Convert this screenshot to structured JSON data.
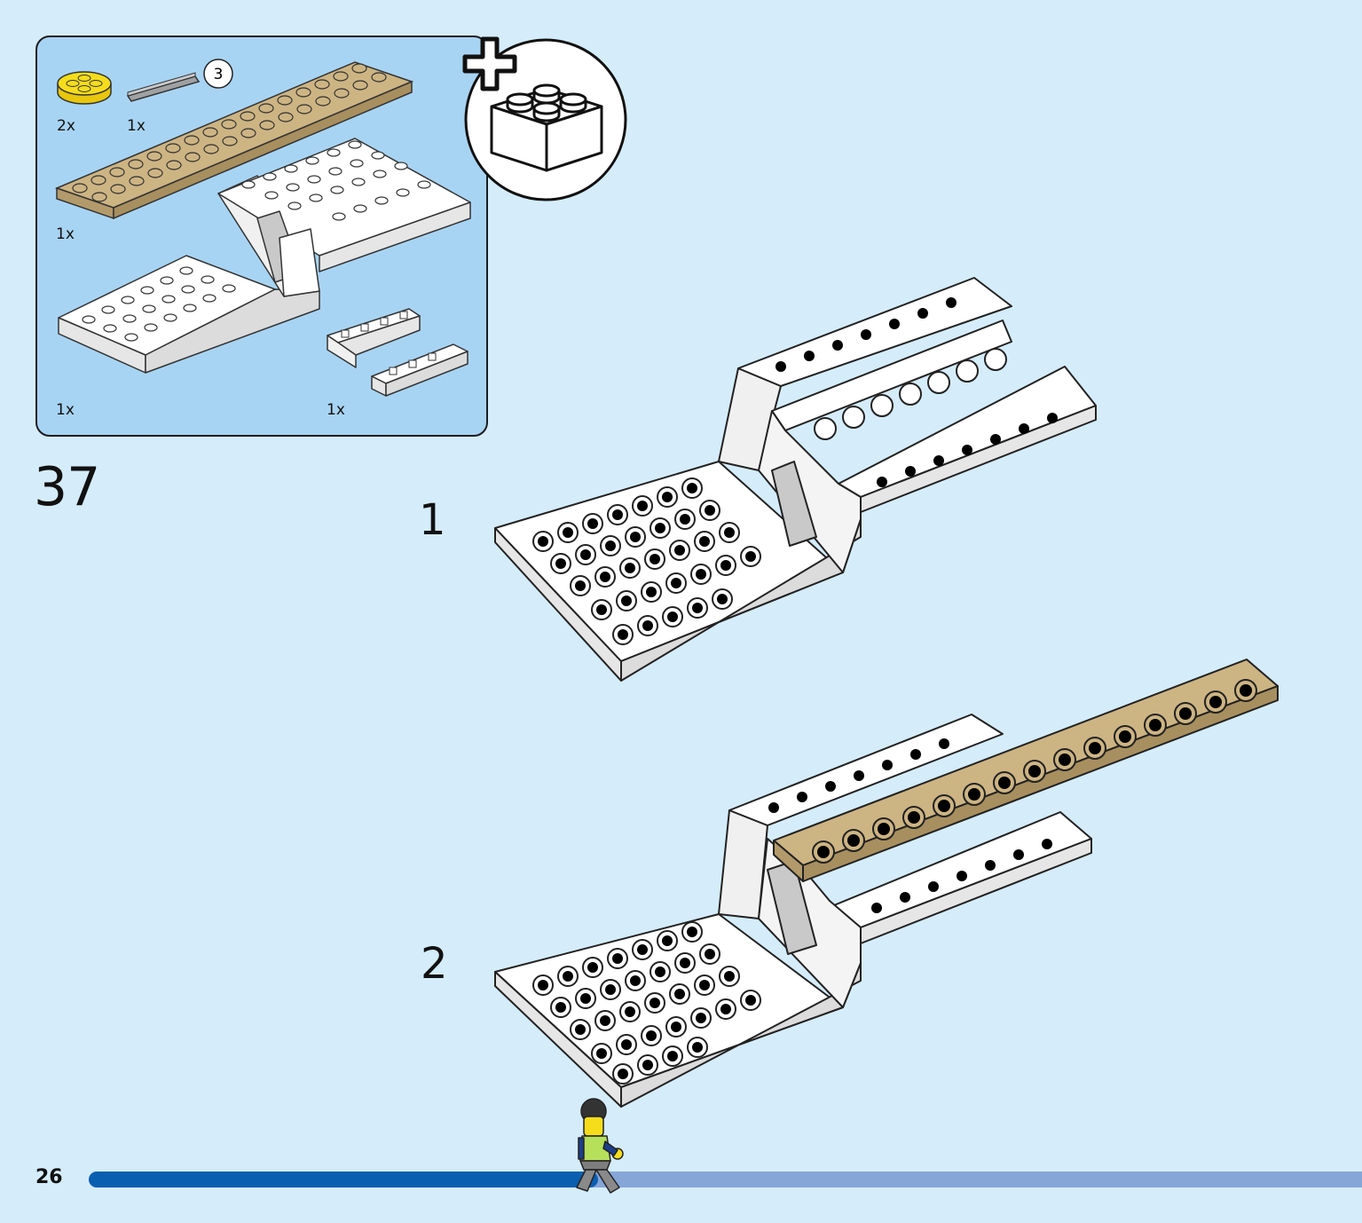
{
  "parts_list": {
    "parts": [
      {
        "name": "yellow round plate 2x2",
        "qty": "2x",
        "color": "#f5dd1c"
      },
      {
        "name": "grey axle 3",
        "qty": "1x",
        "length_callout": "3",
        "color": "#9fa1a3"
      },
      {
        "name": "tan plate 1x16",
        "qty": "1x",
        "color": "#cdb483"
      },
      {
        "name": "white vehicle base",
        "qty": "1x",
        "color": "#ffffff"
      },
      {
        "name": "white inverted slopes",
        "qty": "1x",
        "color": "#ffffff"
      }
    ]
  },
  "new_bag_icon": "plus-brick-icon",
  "step": {
    "number": "37"
  },
  "substeps": [
    {
      "label": "1"
    },
    {
      "label": "2"
    }
  ],
  "page": {
    "number": "26",
    "progress_percent": 40
  },
  "colors": {
    "background": "#d5ecfb",
    "parts_panel": "#a8d4f3",
    "progress_done": "#0a5fb0",
    "progress_remaining": "#86a6d8",
    "tan": "#cdb483"
  }
}
